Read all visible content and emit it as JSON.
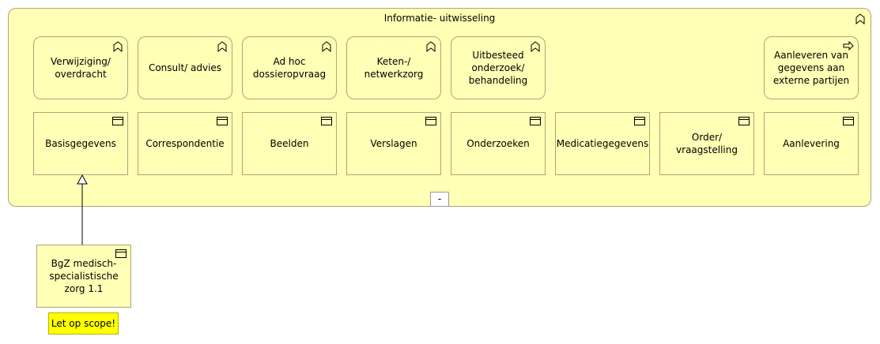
{
  "group": {
    "title": "Informatie- uitwisseling",
    "collapse_label": "-"
  },
  "processes": [
    {
      "label": "Verwijziging/ overdracht",
      "icon": "function-icon"
    },
    {
      "label": "Consult/ advies",
      "icon": "function-icon"
    },
    {
      "label": "Ad hoc dossieropvraag",
      "icon": "function-icon"
    },
    {
      "label": "Keten-/ netwerkzorg",
      "icon": "function-icon"
    },
    {
      "label": "Uitbesteed onderzoek/ behandeling",
      "icon": "function-icon"
    },
    {
      "label": "Aanleveren van gegevens aan externe partijen",
      "icon": "process-icon"
    }
  ],
  "objects": [
    {
      "label": "Basisgegevens",
      "icon": "business-object-icon"
    },
    {
      "label": "Correspondentie",
      "icon": "business-object-icon"
    },
    {
      "label": "Beelden",
      "icon": "business-object-icon"
    },
    {
      "label": "Verslagen",
      "icon": "business-object-icon"
    },
    {
      "label": "Onderzoeken",
      "icon": "business-object-icon"
    },
    {
      "label": "Medicatiegegevens",
      "icon": "business-object-icon"
    },
    {
      "label": "Order/ vraagstelling",
      "icon": "business-object-icon"
    },
    {
      "label": "Aanlevering",
      "icon": "business-object-icon"
    }
  ],
  "specialization": {
    "label": "BgZ medisch-specialistische zorg 1.1",
    "icon": "business-object-icon"
  },
  "note": {
    "label": "Let op scope!"
  },
  "colors": {
    "fill": "#ffffb5",
    "border": "#a8a87a",
    "note_fill": "#ffff00"
  }
}
